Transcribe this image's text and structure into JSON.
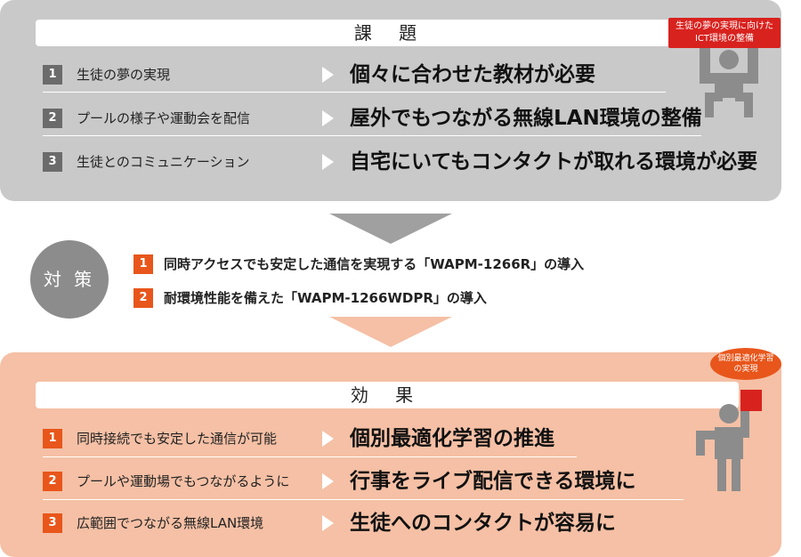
{
  "issues": {
    "title": "課 題",
    "badge_line1": "生徒の夢の実現に向けた",
    "badge_line2": "ICT環境の整備",
    "items": [
      {
        "num": "1",
        "label": "生徒の夢の実現",
        "result": "個々に合わせた教材が必要"
      },
      {
        "num": "2",
        "label": "プールの様子や運動会を配信",
        "result": "屋外でもつながる無線LAN環境の整備"
      },
      {
        "num": "3",
        "label": "生徒とのコミュニケーション",
        "result": "自宅にいてもコンタクトが取れる環境が必要"
      }
    ]
  },
  "measures": {
    "title": "対 策",
    "items": [
      {
        "num": "1",
        "text": "同時アクセスでも安定した通信を実現する「WAPM-1266R」の導入"
      },
      {
        "num": "2",
        "text": "耐環境性能を備えた「WAPM-1266WDPR」の導入"
      }
    ]
  },
  "effects": {
    "title": "効 果",
    "bubble_line1": "個別最適化学習",
    "bubble_line2": "の実現",
    "items": [
      {
        "num": "1",
        "label": "同時接続でも安定した通信が可能",
        "result": "個別最適化学習の推進"
      },
      {
        "num": "2",
        "label": "プールや運動場でもつながるように",
        "result": "行事をライブ配信できる環境に"
      },
      {
        "num": "3",
        "label": "広範囲でつながる無線LAN環境",
        "result": "生徒へのコンタクトが容易に"
      }
    ]
  },
  "colors": {
    "gray_panel": "#c9c9c9",
    "orange_panel": "#f5c0a5",
    "accent_orange": "#e8561b",
    "red_label": "#d8221e",
    "gray_number": "#6b6b6b"
  }
}
